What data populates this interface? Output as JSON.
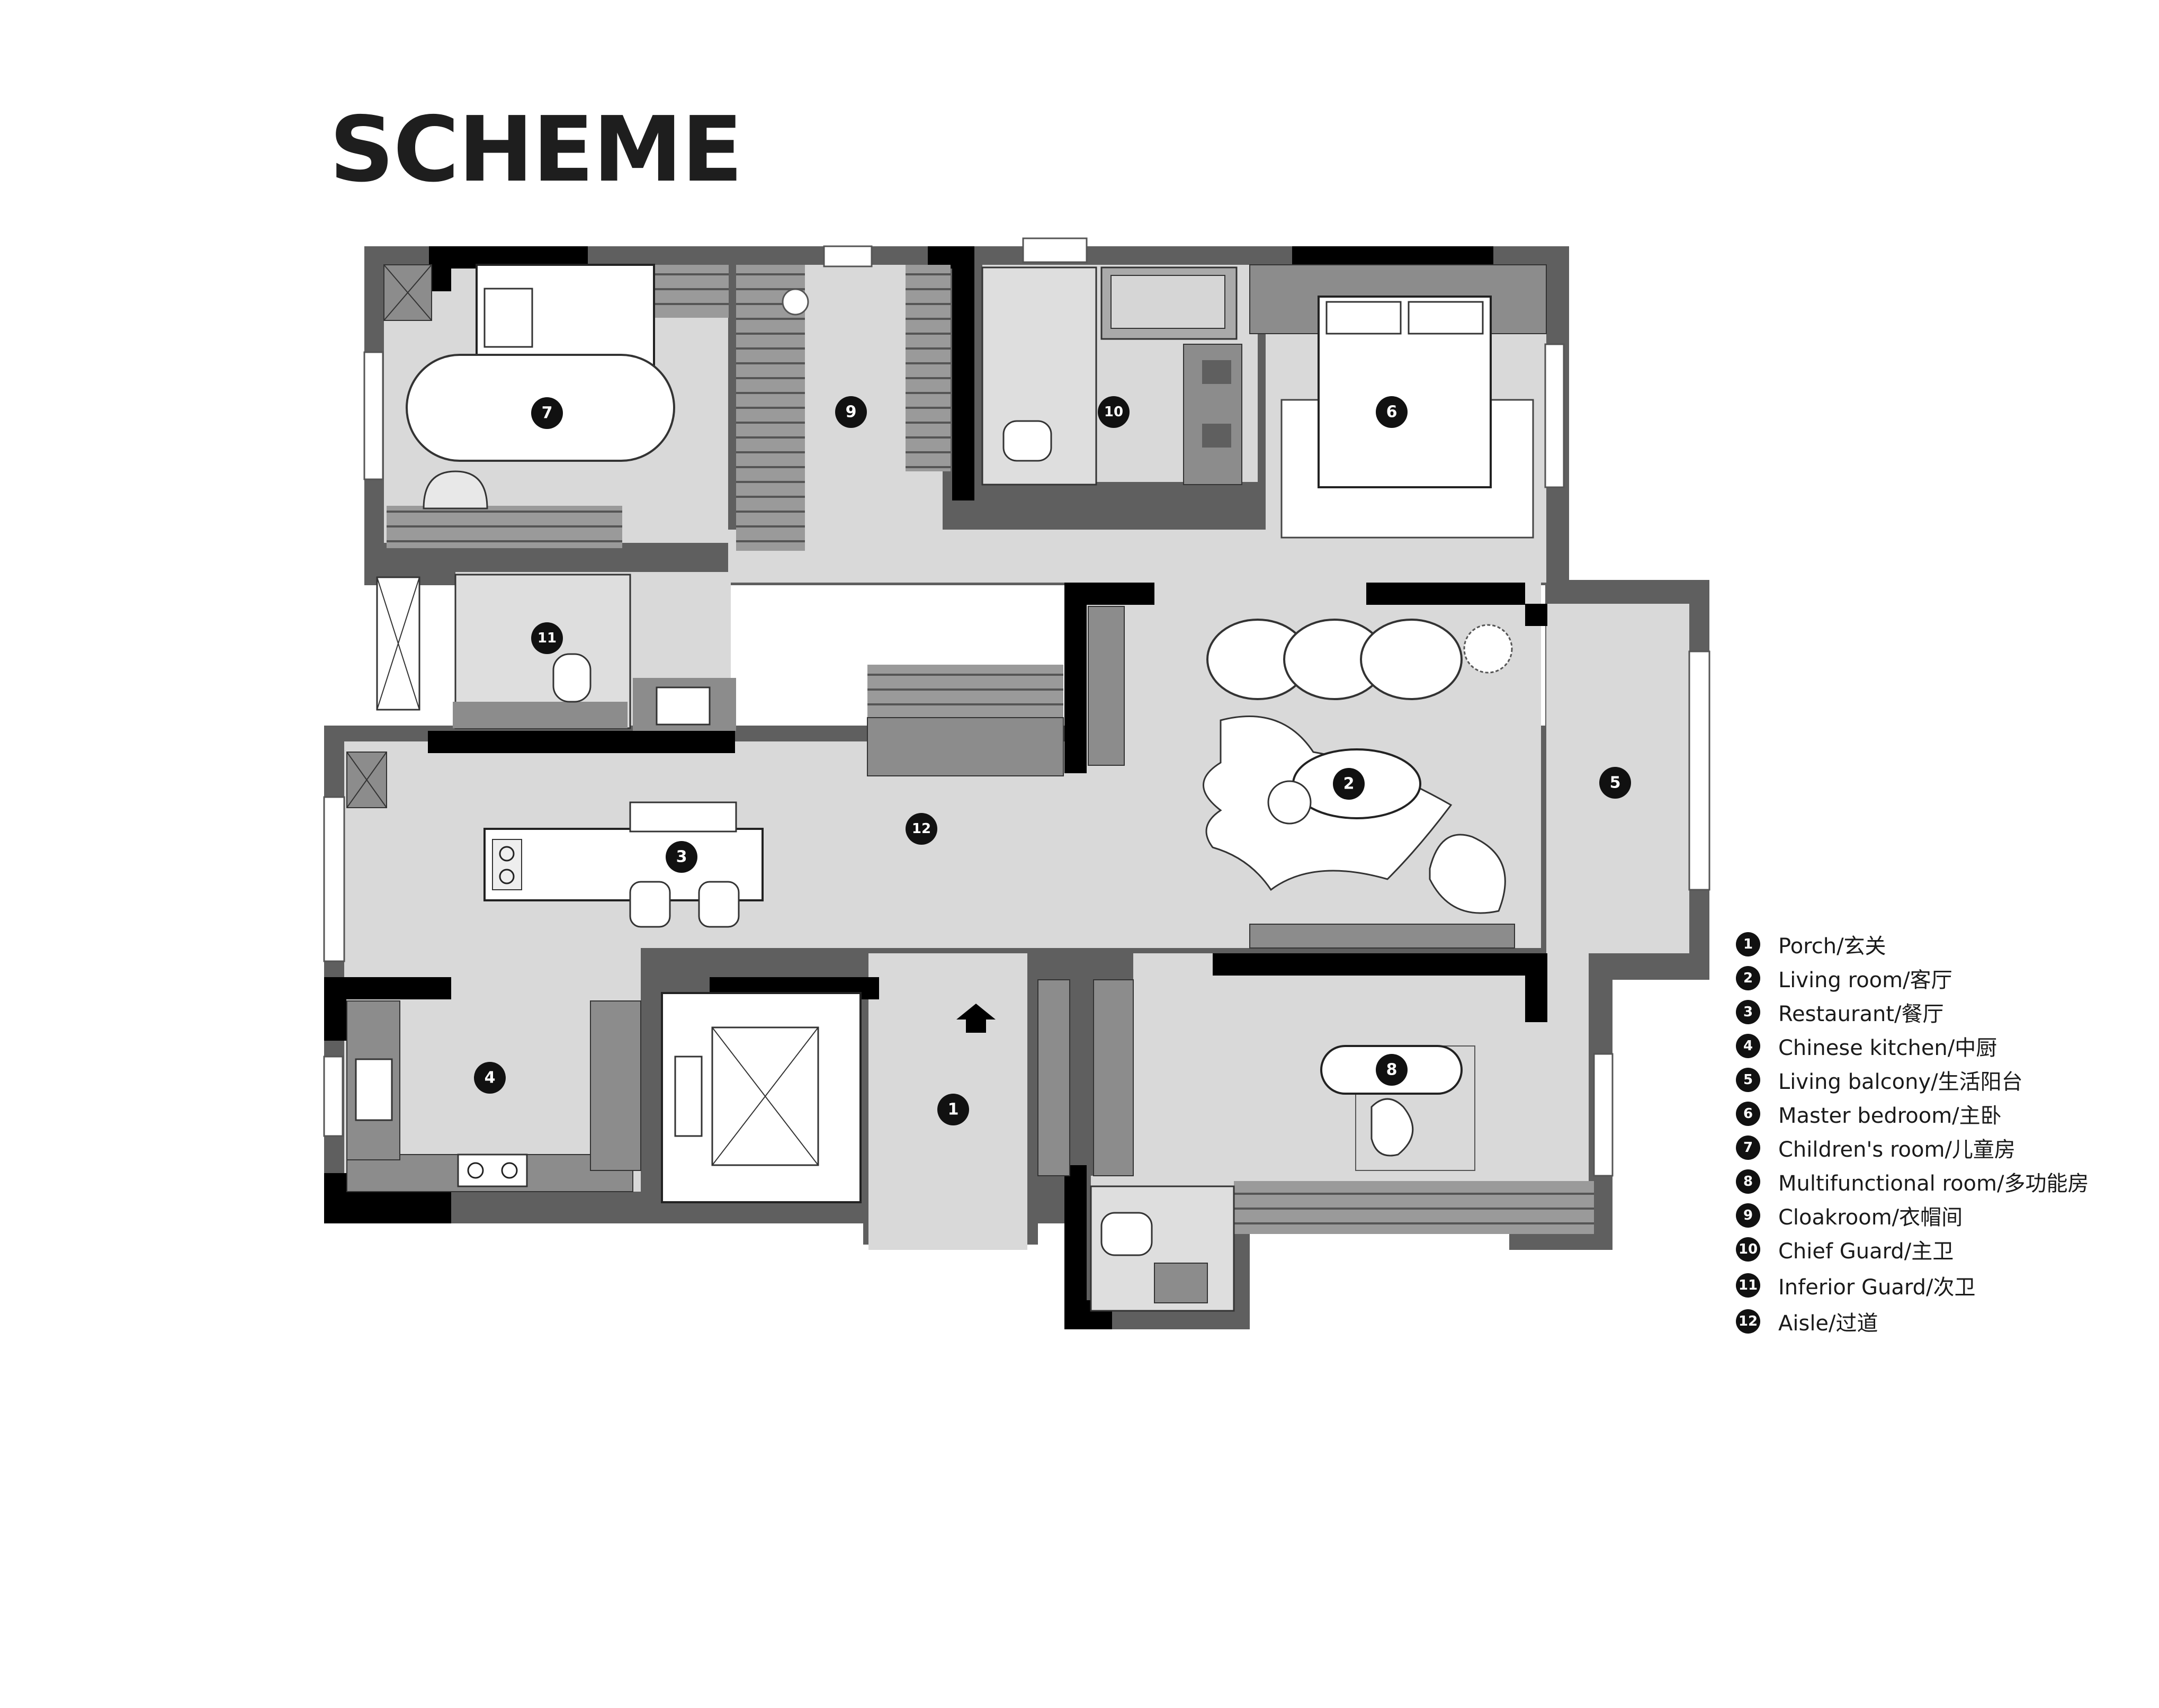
{
  "title": "SCHEME",
  "colors": {
    "exterior_wall": "#5f5f5f",
    "structural_column": "#000000",
    "floor": "#d9d9d9",
    "furniture": "#ffffff",
    "cabinetry": "#8c8c8c",
    "label_badge": "#111111"
  },
  "rooms": [
    {
      "num": "1",
      "name": "Porch/玄关"
    },
    {
      "num": "2",
      "name": "Living room/客厅"
    },
    {
      "num": "3",
      "name": "Restaurant/餐厅"
    },
    {
      "num": "4",
      "name": "Chinese kitchen/中厨"
    },
    {
      "num": "5",
      "name": "Living balcony/生活阳台"
    },
    {
      "num": "6",
      "name": "Master bedroom/主卧"
    },
    {
      "num": "7",
      "name": "Children's room/儿童房"
    },
    {
      "num": "8",
      "name": "Multifunctional room/多功能房"
    },
    {
      "num": "9",
      "name": "Cloakroom/衣帽间"
    },
    {
      "num": "10",
      "name": "Chief Guard/主卫"
    },
    {
      "num": "11",
      "name": "Inferior Guard/次卫"
    },
    {
      "num": "12",
      "name": "Aisle/过道"
    }
  ]
}
